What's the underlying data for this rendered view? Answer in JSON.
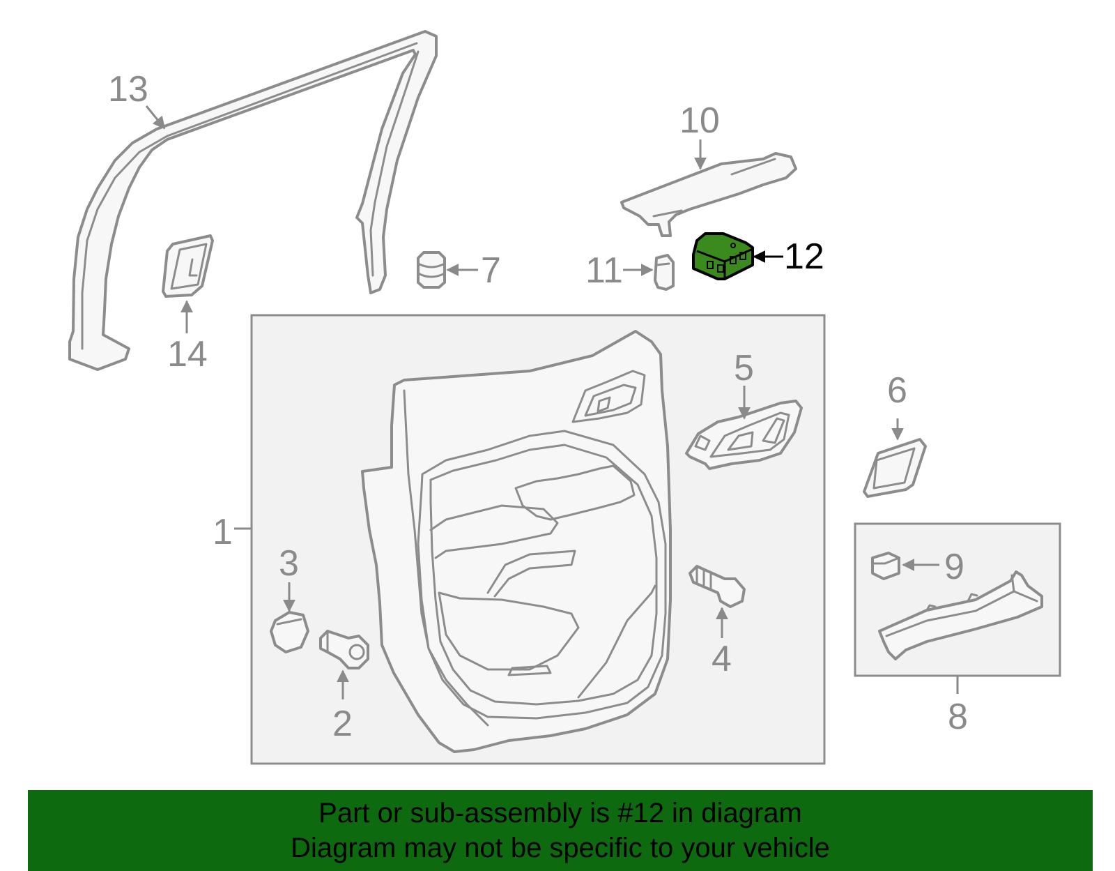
{
  "callouts": {
    "c1": "1",
    "c2": "2",
    "c3": "3",
    "c4": "4",
    "c5": "5",
    "c6": "6",
    "c7": "7",
    "c8": "8",
    "c9": "9",
    "c10": "10",
    "c11": "11",
    "c12": "12",
    "c13": "13",
    "c14": "14"
  },
  "highlight": {
    "part": "12",
    "color": "#0e6a0e"
  },
  "banner": {
    "line1": "Part or sub-assembly is #12 in diagram",
    "line2": "Diagram may not be specific to your vehicle",
    "color": "#0e6a0e"
  }
}
